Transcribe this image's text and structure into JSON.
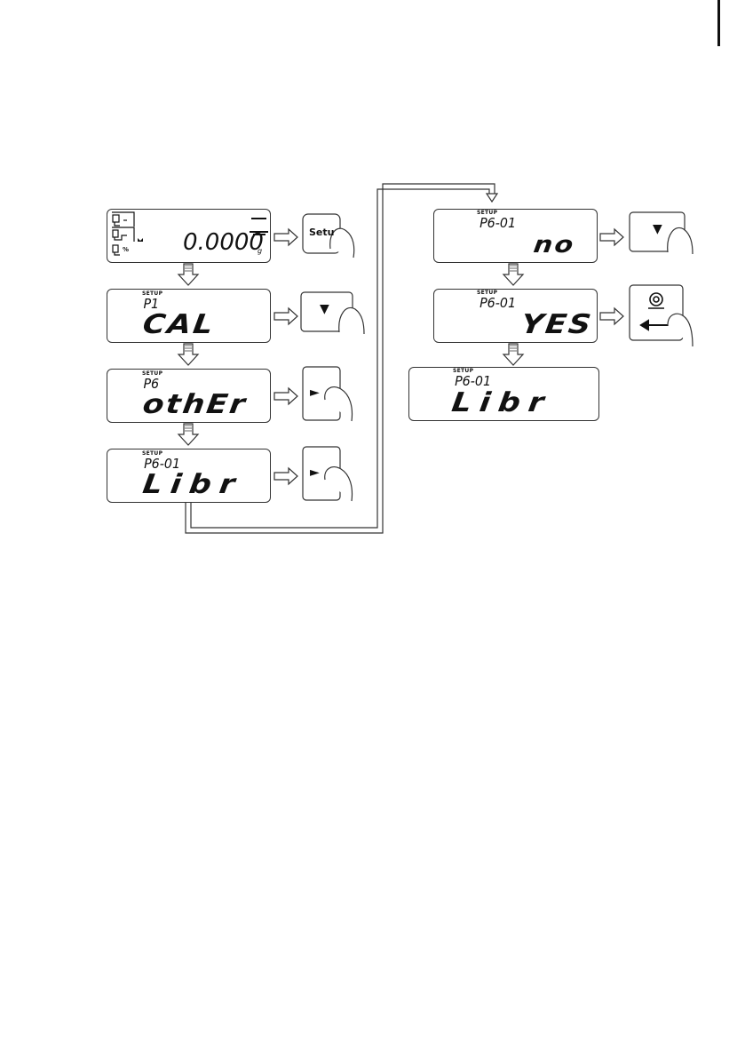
{
  "main_display": {
    "weight": "0.0000",
    "unit": "g"
  },
  "setup_label": "SETUP",
  "left_column": [
    {
      "code": "P1",
      "value": "CAL"
    },
    {
      "code": "P6",
      "value": "othEr"
    },
    {
      "code": "P6-01",
      "value": "Libr"
    }
  ],
  "right_column": [
    {
      "code": "P6-01",
      "value": "no"
    },
    {
      "code": "P6-01",
      "value": "YES"
    },
    {
      "code": "P6-01",
      "value": "Libr"
    }
  ],
  "keys": {
    "setup_key": "Setu",
    "down_glyph": "▼",
    "right_glyph": "►"
  }
}
